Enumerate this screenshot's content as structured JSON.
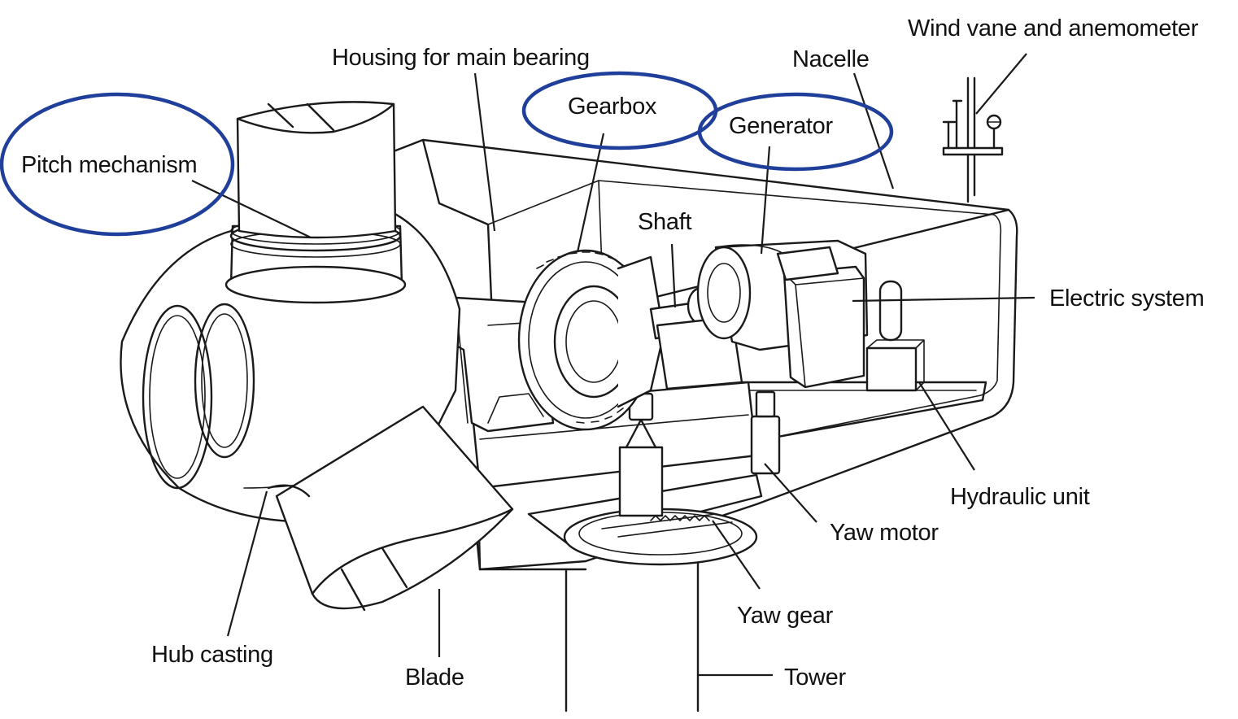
{
  "labels": {
    "wind_vane": "Wind vane and anemometer",
    "housing": "Housing for main bearing",
    "nacelle": "Nacelle",
    "gearbox": "Gearbox",
    "generator": "Generator",
    "pitch": "Pitch mechanism",
    "shaft": "Shaft",
    "electric": "Electric system",
    "hydraulic": "Hydraulic unit",
    "yaw_motor": "Yaw motor",
    "yaw_gear": "Yaw gear",
    "tower": "Tower",
    "hub": "Hub casting",
    "blade": "Blade"
  },
  "highlight_color": "#1f3f9a",
  "highlighted": [
    "Pitch mechanism",
    "Gearbox",
    "Generator"
  ]
}
